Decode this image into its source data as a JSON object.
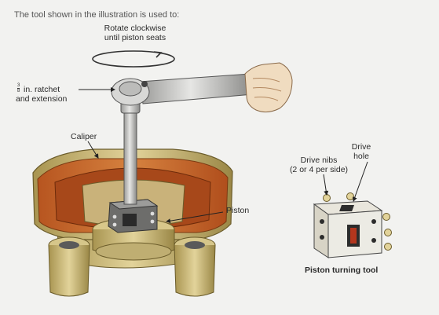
{
  "question": {
    "text": "The tool shown in the illustration is used to:"
  },
  "labels": {
    "rotate_line1": "Rotate clockwise",
    "rotate_line2": "until piston seats",
    "ratchet_frac_num": "3",
    "ratchet_frac_den": "8",
    "ratchet_line1": "in. ratchet",
    "ratchet_line2": "and extension",
    "caliper": "Caliper",
    "piston": "Piston",
    "drive_nibs_line1": "Drive nibs",
    "drive_nibs_line2": "(2 or 4 per side)",
    "drive_hole_line1": "Drive",
    "drive_hole_line2": "hole",
    "tool_caption": "Piston turning tool"
  },
  "colors": {
    "background": "#f2f2f0",
    "caliper_outer": "#c9b77c",
    "caliper_cut": "#c8682e",
    "metal": "#c4c4c2",
    "tool_yellow": "#e6d89a",
    "hand": "#f0dcc0"
  },
  "icons": {
    "rotation": "rotation-arrow-icon",
    "hand": "hand-icon",
    "ratchet": "ratchet-icon",
    "tool": "piston-turning-tool-icon"
  }
}
